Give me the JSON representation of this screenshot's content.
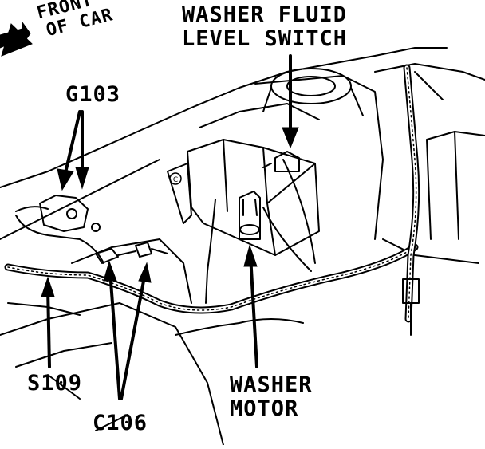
{
  "diagram": {
    "front_line1": "FRONT",
    "front_line2": "OF CAR",
    "washer_switch_line1": "WASHER FLUID",
    "washer_switch_line2": "LEVEL SWITCH",
    "g103": "G103",
    "s109": "S109",
    "c106": "C106",
    "washer_motor_line1": "WASHER",
    "washer_motor_line2": "MOTOR",
    "copyright": "C"
  },
  "colors": {
    "ink": "#000000",
    "paper": "#ffffff"
  }
}
